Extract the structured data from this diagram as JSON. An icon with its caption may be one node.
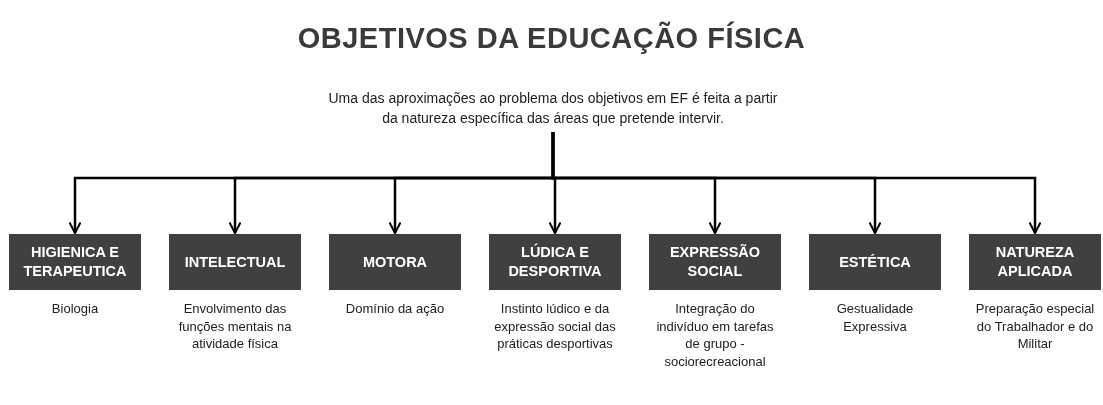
{
  "diagram": {
    "title": "OBJETIVOS DA EDUCAÇÃO FÍSICA",
    "nodes": [
      {
        "text": [
          "Uma das aproximações ao problema dos objetivos em EF é feita a partir da natureza específica das áreas que pretende intervir."
        ]
      },
      {
        "text": [
          "HIGIENICA E TERAPEUTICA"
        ],
        "beside": [
          "Biologia"
        ]
      },
      {
        "text": [
          "INTELECTUAL"
        ],
        "beside": [
          "Envolvimento das funções mentais na atividade física"
        ]
      },
      {
        "text": [
          "MOTORA"
        ],
        "beside": [
          "Domínio da ação"
        ]
      },
      {
        "text": [
          "LÚDICA E DESPORTIVA"
        ],
        "beside": [
          "Instinto lúdico e da expressão social das práticas desportivas"
        ]
      },
      {
        "text": [
          "EXPRESSÃO SOCIAL"
        ],
        "beside": [
          "Integração do indivíduo em tarefas de grupo - sociorecreacional"
        ]
      },
      {
        "text": [
          "ESTÉTICA"
        ],
        "beside": [
          "Gestualidade Expressiva"
        ]
      },
      {
        "text": [
          "NATUREZA APLICADA"
        ],
        "beside": [
          "Preparação especial do Trabalhador e do Militar"
        ]
      }
    ],
    "edges": [
      {
        "from": 0,
        "to": 1,
        "arrow": "to"
      },
      {
        "from": 0,
        "to": 2,
        "arrow": "to"
      },
      {
        "from": 0,
        "to": 3,
        "arrow": "to"
      },
      {
        "from": 0,
        "to": 4,
        "arrow": "to"
      },
      {
        "from": 0,
        "to": 5,
        "arrow": "to"
      },
      {
        "from": 0,
        "to": 6,
        "arrow": "to"
      },
      {
        "from": 0,
        "to": 7,
        "arrow": "to"
      }
    ]
  }
}
